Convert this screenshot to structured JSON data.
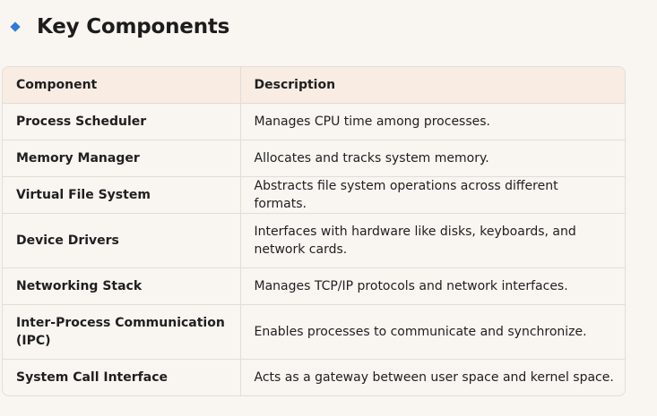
{
  "section": {
    "title": "Key Components",
    "icon": "diamond-icon"
  },
  "table": {
    "headers": [
      "Component",
      "Description"
    ],
    "rows": [
      {
        "component": "Process Scheduler",
        "description": "Manages CPU time among processes."
      },
      {
        "component": "Memory Manager",
        "description": "Allocates and tracks system memory."
      },
      {
        "component": "Virtual File System",
        "description": "Abstracts file system operations across different formats."
      },
      {
        "component": "Device Drivers",
        "description": "Interfaces with hardware like disks, keyboards, and network cards."
      },
      {
        "component": "Networking Stack",
        "description": "Manages TCP/IP protocols and network interfaces."
      },
      {
        "component": "Inter-Process Communication (IPC)",
        "description": "Enables processes to communicate and synchronize."
      },
      {
        "component": "System Call Interface",
        "description": "Acts as a gateway between user space and kernel space."
      }
    ]
  },
  "colors": {
    "accent": "#2f7bd8",
    "header_background": "#f8ece3",
    "page_background": "#f9f5f1",
    "border": "#e3ddd7"
  }
}
